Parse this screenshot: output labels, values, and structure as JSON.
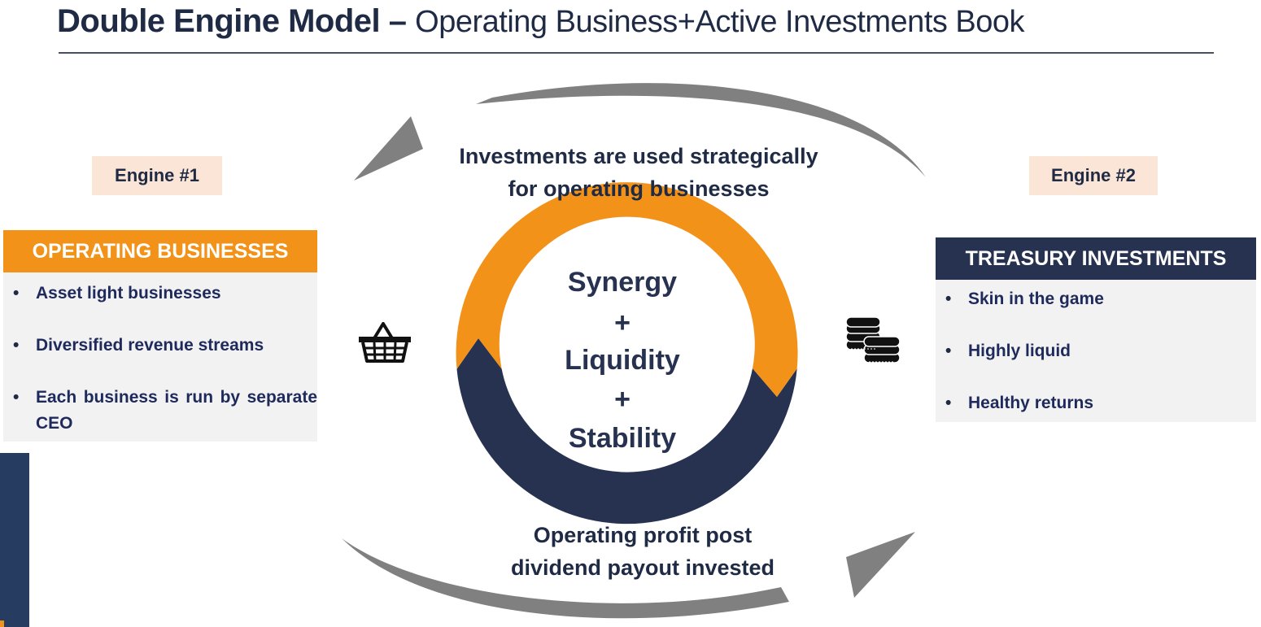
{
  "header": {
    "title_bold": "Double Engine Model –",
    "title_light": "Operating Business+Active Investments Book"
  },
  "engine1": {
    "label": "Engine #1",
    "heading": "OPERATING BUSINESSES",
    "bullets": [
      "Asset light businesses",
      "Diversified revenue streams",
      "Each business is run by separate CEO"
    ],
    "icon": "shopping-basket-icon"
  },
  "engine2": {
    "label": "Engine #2",
    "heading": "TREASURY INVESTMENTS",
    "bullets": [
      "Skin in the game",
      "Highly liquid",
      "Healthy returns"
    ],
    "icon": "coin-stacks-icon"
  },
  "cycle": {
    "top_line1": "Investments are used strategically",
    "top_line2": "for operating businesses",
    "bottom_line1": "Operating profit post",
    "bottom_line2": "dividend payout invested",
    "center_words": [
      "Synergy",
      "+",
      "Liquidity",
      "+",
      "Stability"
    ]
  },
  "colors": {
    "orange": "#f29219",
    "navy": "#263250",
    "gray_arrow": "#808080",
    "label_bg": "#fbe5d6",
    "panel_bg": "#f2f2f2"
  }
}
